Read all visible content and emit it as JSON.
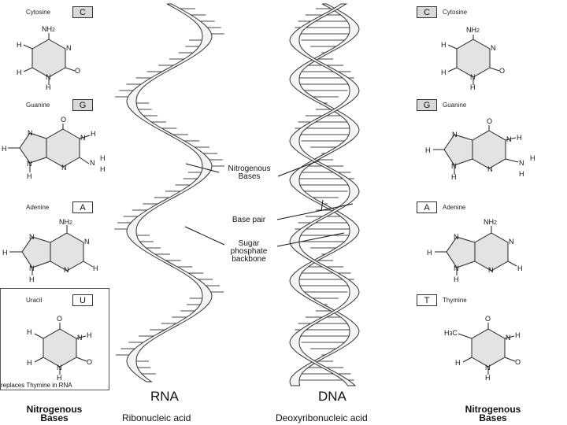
{
  "bases": {
    "cytosine_left": {
      "name": "Cytosine",
      "letter": "C"
    },
    "guanine_left": {
      "name": "Guanine",
      "letter": "G"
    },
    "adenine_left": {
      "name": "Adenine",
      "letter": "A"
    },
    "uracil": {
      "name": "Uracil",
      "letter": "U",
      "note": "replaces Thymine in RNA"
    },
    "cytosine_right": {
      "name": "Cytosine",
      "letter": "C"
    },
    "guanine_right": {
      "name": "Guanine",
      "letter": "G"
    },
    "adenine_right": {
      "name": "Adenine",
      "letter": "A"
    },
    "thymine": {
      "name": "Thymine",
      "letter": "T"
    }
  },
  "atoms": {
    "nh2": "NH",
    "two": "2",
    "n": "N",
    "h": "H",
    "o": "O",
    "c": "C",
    "h3c": "H",
    "three": "3"
  },
  "callouts": {
    "nitrogenous_bases_1": "Nitrogenous",
    "nitrogenous_bases_2": "Bases",
    "base_pair": "Base pair",
    "sugar_1": "Sugar",
    "sugar_2": "phosphate",
    "sugar_3": "backbone"
  },
  "helices": {
    "rna_title": "RNA",
    "rna_subtitle": "Ribonucleic acid",
    "dna_title": "DNA",
    "dna_subtitle": "Deoxyribonucleic acid"
  },
  "footer": {
    "left_1": "Nitrogenous",
    "left_2": "Bases",
    "right_1": "Nitrogenous",
    "right_2": "Bases"
  },
  "colors": {
    "ring_fill": "#e3e3e3",
    "helix_fill": "#f4f4f4",
    "line": "#222222",
    "box_fill": "#d9d9d9"
  }
}
